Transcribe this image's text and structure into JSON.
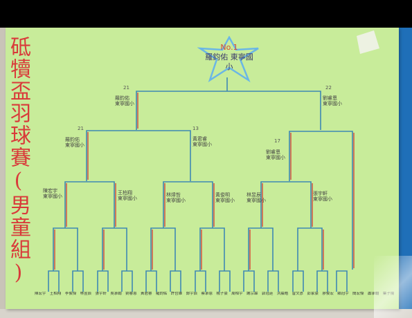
{
  "poster": {
    "title": "砥犢盃羽球賽(男童組)",
    "champion_label": "No.1",
    "champion_name": "羅鈞佑 東寧國小"
  },
  "bracket_labels": {
    "left_semi_seed": "21",
    "left_semi_name": "羅鈞佑\n東寧國小",
    "right_semi_seed": "22",
    "right_semi_name": "劉睿恩\n東寧國小",
    "qf1_seed": "21",
    "qf1_name": "羅鈞佑\n東寧國小",
    "qf2_seed": "13",
    "qf2_name": "黃君睿\n東寧國小",
    "qf3_seed": "17",
    "qf3_name": "劉睿恩\n東寧國小",
    "r16_a": "陳宏宇\n東寧國小",
    "r16_b": "王柏翔\n東寧國小",
    "r16_c": "林煒哲\n東寧國小",
    "r16_d": "黃俊明\n東寧國小",
    "r16_e": "林昱辰\n東寧國小",
    "r16_f": "張宇軒\n東寧國小"
  },
  "bottom_names": [
    "陳宏宇",
    "王柏翔",
    "李俊傑",
    "林昱辰",
    "張宇軒",
    "吳承翰",
    "劉睿恩",
    "黃君睿",
    "羅鈞佑",
    "許哲維",
    "鄭宇辰",
    "蔡承恩",
    "楊子豪",
    "周柏宇",
    "謝宗霖",
    "郭冠廷",
    "洪晨皓",
    "曾文彥",
    "彭家豪",
    "廖俊宏",
    "賴冠宇",
    "簡宏傑",
    "蕭承翰",
    "葉子揚"
  ],
  "colors": {
    "paper": "#c8ec9a",
    "line_blue": "#3e88b3",
    "line_red": "#d34a3a",
    "title_red": "#d93a3a",
    "wall_blue": "#1f6fb8",
    "star_blue": "#6ab6e6"
  }
}
